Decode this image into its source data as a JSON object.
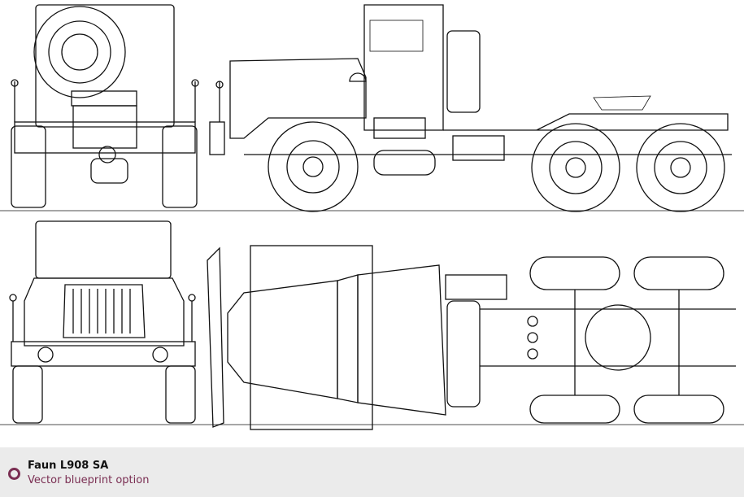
{
  "caption": {
    "title": "Faun L908 SA",
    "subtitle": "Vector blueprint option",
    "accent_color": "#7a2e52",
    "icon": "radio-circle-icon"
  },
  "drawing": {
    "views": [
      "rear-view",
      "side-view",
      "front-view",
      "top-view"
    ]
  }
}
